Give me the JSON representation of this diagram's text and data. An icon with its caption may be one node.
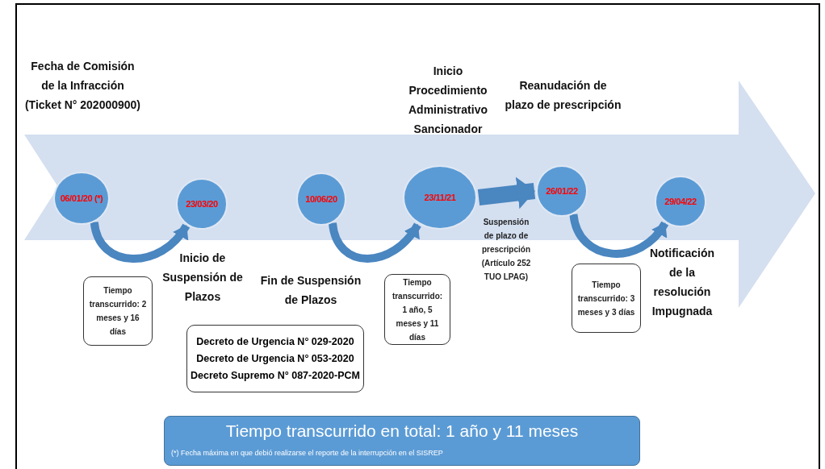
{
  "diagram": {
    "nodes": [
      {
        "text": [
          "06/01/20 (*)"
        ]
      },
      {
        "text": [
          "23/03/20"
        ]
      },
      {
        "text": [
          "10/06/20"
        ]
      },
      {
        "text": [
          "23/11/21"
        ]
      },
      {
        "text": [
          "26/01/22"
        ]
      },
      {
        "text": [
          "29/04/22"
        ]
      },
      {
        "text": [
          "Tiempo transcurrido: 2 meses y 16 días"
        ]
      },
      {
        "text": [
          "Decreto de Urgencia N° 029-2020",
          "Decreto de Urgencia N° 053-2020",
          "Decreto Supremo N° 087-2020-PCM"
        ]
      },
      {
        "text": [
          "Tiempo transcurrido: 1 año, 5 meses y 11 días"
        ]
      },
      {
        "text": [
          "Tiempo transcurrido: 3 meses y 3 días"
        ]
      },
      {
        "text": [
          "Tiempo transcurrido en total: 1 año y 11 meses",
          "(*) Fecha máxima en que debió realizarse el reporte de la interrupción en el SISREP"
        ]
      }
    ],
    "edges": [
      {
        "from": 0,
        "to": 1,
        "arrow": "to"
      },
      {
        "from": 2,
        "to": 3,
        "arrow": "to"
      },
      {
        "from": 3,
        "to": 4,
        "arrow": "to",
        "label": "Suspensión de plazo de prescripción (Artículo 252 TUO LPAG)",
        "style": "thick"
      },
      {
        "from": 4,
        "to": 5,
        "arrow": "to"
      }
    ],
    "labels": [
      "Fecha de Comisión de la Infracción (Ticket N° 202000900)",
      "Inicio Procedimiento Administrativo Sancionador",
      "Reanudación de plazo de prescripción",
      "Inicio de Suspensión de Plazos",
      "Fin de Suspensión de Plazos",
      "Notificación de la resolución Impugnada"
    ]
  }
}
